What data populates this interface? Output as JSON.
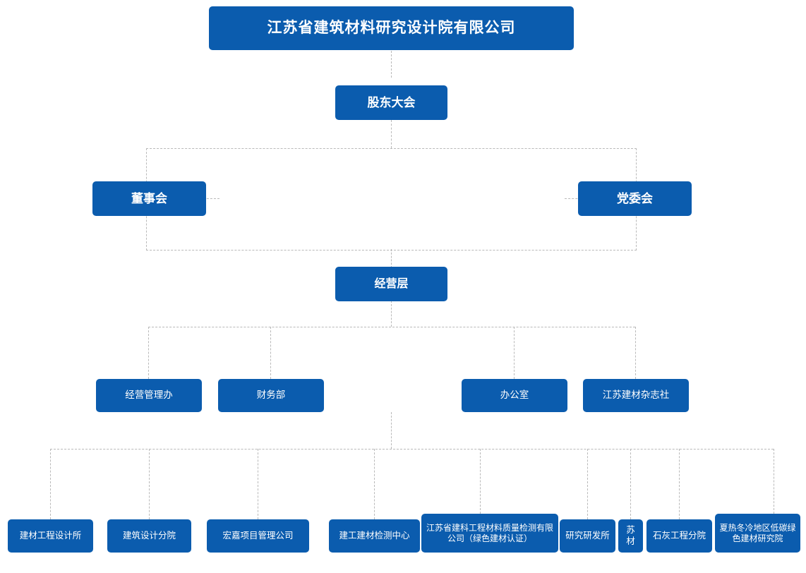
{
  "chart_data": {
    "type": "diagram",
    "title": "江苏省建筑材料研究设计院有限公司 组织架构图",
    "node_color": "#0b5cae",
    "line_color": "#b9b9b9",
    "text_color": "#ffffff",
    "levels": [
      {
        "name": "root",
        "nodes": [
          "江苏省建筑材料研究设计院有限公司"
        ]
      },
      {
        "name": "shareholders",
        "nodes": [
          "股东大会"
        ]
      },
      {
        "name": "boards",
        "nodes": [
          "董事会",
          "党委会"
        ]
      },
      {
        "name": "management",
        "nodes": [
          "经营层"
        ]
      },
      {
        "name": "departments",
        "nodes": [
          "经营管理办",
          "财务部",
          "办公室",
          "江苏建材杂志社"
        ]
      },
      {
        "name": "institutes",
        "nodes": [
          "建材工程设计所",
          "建筑设计分院",
          "宏嘉项目管理公司",
          "建工建材检测中心",
          "江苏省建科工程材料质量检测有限公司（绿色建材认证）",
          "研究研发所",
          "苏材",
          "石灰工程分院",
          "夏热冬冷地区低碳绿色建材研究院"
        ]
      }
    ]
  },
  "nodes": {
    "root": "江苏省建筑材料研究设计院有限公司",
    "shareholders_meeting": "股东大会",
    "board_of_directors": "董事会",
    "party_committee": "党委会",
    "management_layer": "经营层",
    "dept_operations": "经营管理办",
    "dept_finance": "财务部",
    "dept_office": "办公室",
    "dept_magazine": "江苏建材杂志社",
    "inst_design": "建材工程设计所",
    "inst_architecture": "建筑设计分院",
    "inst_hongjia": "宏嘉项目管理公司",
    "inst_testing_center": "建工建材检测中心",
    "inst_jianke": "江苏省建科工程材料质量检测有限公司（绿色建材认证）",
    "inst_research": "研究研发所",
    "inst_sucai": "苏材",
    "inst_lime": "石灰工程分院",
    "inst_lowcarbon": "夏热冬冷地区低碳绿色建材研究院"
  }
}
